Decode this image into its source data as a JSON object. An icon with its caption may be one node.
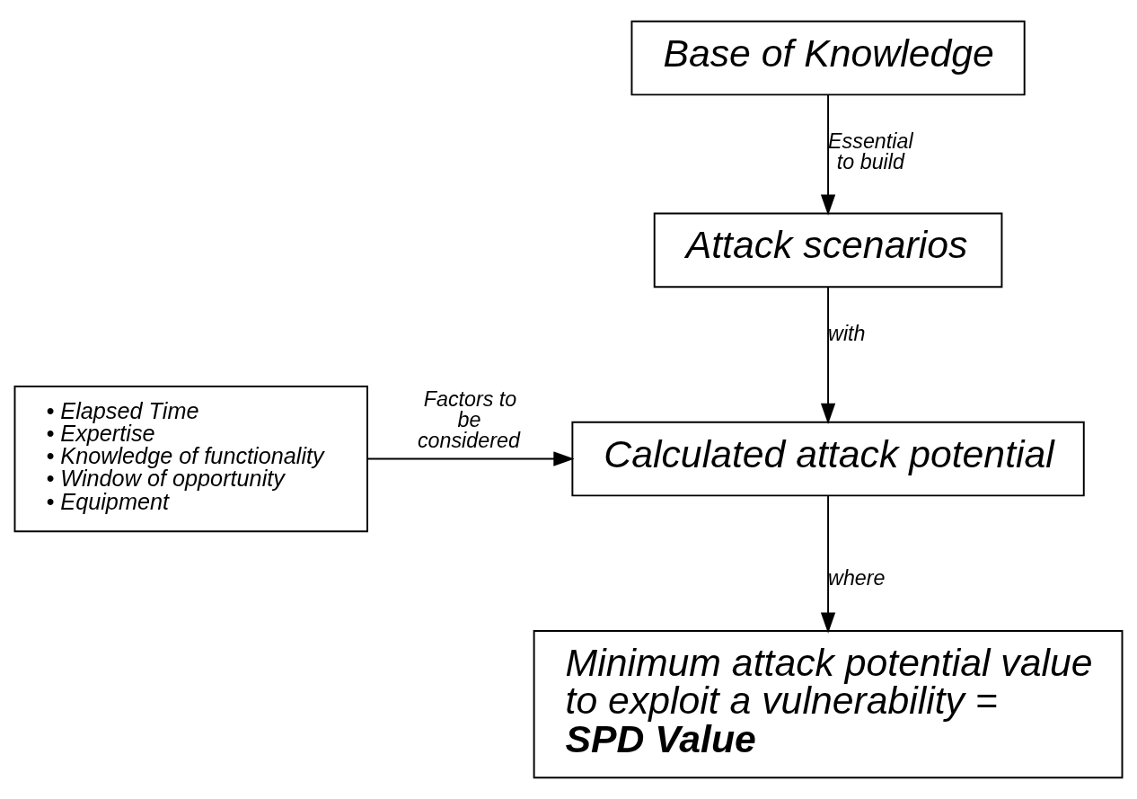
{
  "diagram": {
    "nodes": [
      {
        "text": [
          "Base of Knowledge"
        ]
      },
      {
        "text": [
          "Attack scenarios"
        ]
      },
      {
        "text": [
          "Calculated attack potential"
        ]
      },
      {
        "text": [
          "• Elapsed Time",
          "• Expertise",
          "• Knowledge of functionality",
          "• Window of opportunity",
          "• Equipment"
        ]
      },
      {
        "text": [
          "Minimum attack potential value to exploit a vulnerability = **SPD Value**"
        ]
      }
    ],
    "edges": [
      {
        "from": 0,
        "to": 1,
        "arrow": "to",
        "label": "Essential to build"
      },
      {
        "from": 1,
        "to": 2,
        "arrow": "to",
        "label": "with"
      },
      {
        "from": 3,
        "to": 2,
        "arrow": "to",
        "label": "Factors to be considered"
      },
      {
        "from": 2,
        "to": 4,
        "arrow": "to",
        "label": "where"
      }
    ]
  }
}
